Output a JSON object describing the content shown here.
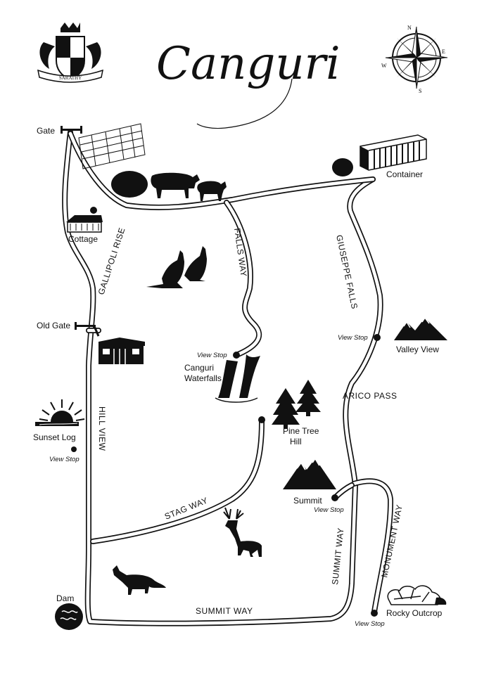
{
  "title": "Canguri",
  "crest": {
    "banner_text": "SARATHY"
  },
  "compass": {
    "n": "N",
    "e": "E",
    "s": "S",
    "w": "W"
  },
  "places": {
    "gate": "Gate",
    "container": "Container",
    "cottage": "Cottage",
    "old_gate": "Old Gate",
    "valley_view": "Valley View",
    "canguri_waterfalls_1": "Canguri",
    "canguri_waterfalls_2": "Waterfalls",
    "pine_tree_hill_1": "Pine Tree",
    "pine_tree_hill_2": "Hill",
    "sunset_log": "Sunset Log",
    "summit": "Summit",
    "dam": "Dam",
    "rocky_outcrop": "Rocky Outcrop"
  },
  "view_stop_label": "View Stop",
  "roads": {
    "gallipoli_rise": "GALLIPOLI RISE",
    "falls_way": "FALLS WAY",
    "giuseppe_falls": "GIUSEPPE FALLS",
    "arico_pass": "ARICO PASS",
    "hill_view": "HILL VIEW",
    "stag_way": "STAG WAY",
    "summit_way_vertical": "SUMMIT WAY",
    "monument_way": "MONUMENT WAY",
    "summit_way_bottom": "SUMMIT WAY"
  },
  "icons": [
    "crest-icon",
    "compass-rose-icon",
    "gate-icon",
    "cattle-yard-icon",
    "bush-icon",
    "cow-icon",
    "calf-icon",
    "shipping-container-icon",
    "cottage-icon",
    "kangaroo-icon",
    "shed-icon",
    "mountains-icon",
    "waterfall-icon",
    "pine-tree-icon",
    "sunset-icon",
    "stag-icon",
    "fox-icon",
    "dam-icon",
    "rocks-icon"
  ]
}
